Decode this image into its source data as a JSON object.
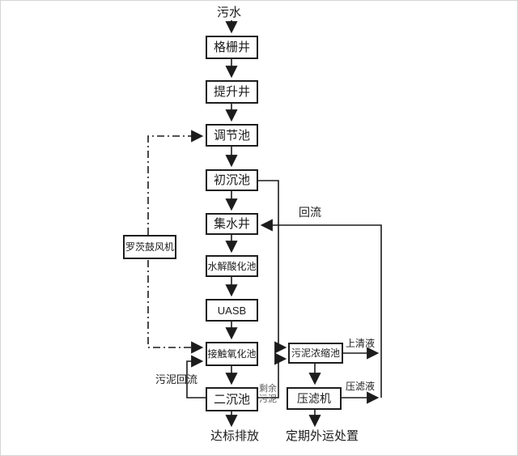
{
  "nodes": {
    "grid_well": "格栅井",
    "lift_well": "提升井",
    "regulation_tank": "调节池",
    "primary_sedimentation_tank": "初沉池",
    "collection_well": "集水井",
    "hydrolysis_acidification_tank": "水解酸化池",
    "uasb": "UASB",
    "contact_oxidation_tank": "接触氧化池",
    "secondary_sedimentation_tank": "二沉池",
    "roots_blower": "罗茨鼓风机",
    "sludge_thickening_tank": "污泥浓缩池",
    "filter_press": "压滤机"
  },
  "flow_labels": {
    "influent": "污水",
    "reflux": "回流",
    "supernatant": "上清液",
    "filtrate": "压滤液",
    "excess_sludge_line1": "剩余",
    "excess_sludge_line2": "污泥",
    "sludge_return": "污泥回流",
    "discharge": "达标排放",
    "disposal": "定期外运处置"
  },
  "colors": {
    "line": "#1c1c1c",
    "background": "#ffffff"
  }
}
